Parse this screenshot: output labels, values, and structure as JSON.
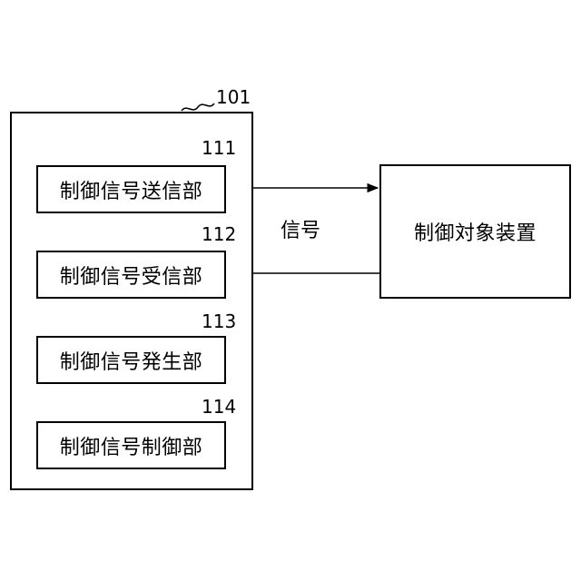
{
  "device": {
    "ref": "101"
  },
  "units": [
    {
      "ref": "111",
      "label": "制御信号送信部"
    },
    {
      "ref": "112",
      "label": "制御信号受信部"
    },
    {
      "ref": "113",
      "label": "制御信号発生部"
    },
    {
      "ref": "114",
      "label": "制御信号制御部"
    }
  ],
  "target": {
    "label": "制御対象装置"
  },
  "signal": {
    "label": "信号"
  }
}
